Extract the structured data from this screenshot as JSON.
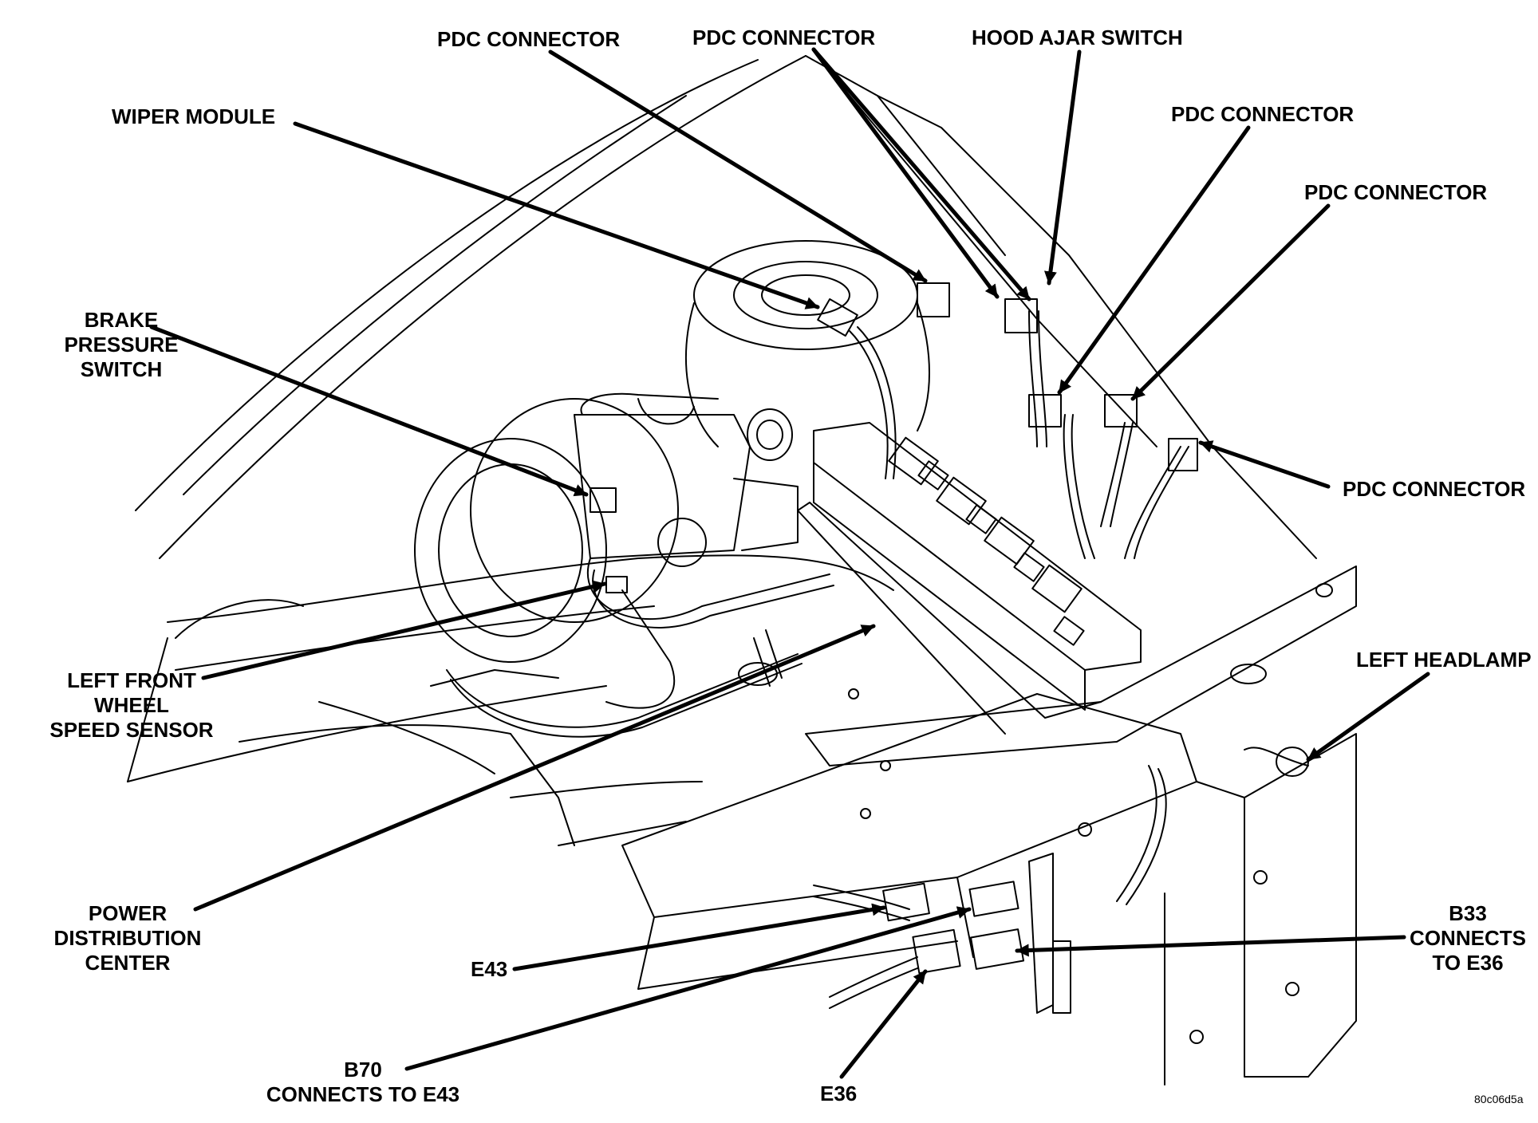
{
  "figure_code": "80c06d5a",
  "labels": {
    "pdc_connector_1": "PDC CONNECTOR",
    "pdc_connector_2": "PDC CONNECTOR",
    "hood_ajar_switch": "HOOD AJAR SWITCH",
    "wiper_module": "WIPER MODULE",
    "pdc_connector_3": "PDC CONNECTOR",
    "pdc_connector_4": "PDC CONNECTOR",
    "brake_pressure_switch": [
      "BRAKE",
      "PRESSURE",
      "SWITCH"
    ],
    "pdc_connector_5": "PDC CONNECTOR",
    "left_headlamp": "LEFT HEADLAMP",
    "left_front_wheel_speed_sensor": [
      "LEFT FRONT",
      "WHEEL",
      "SPEED SENSOR"
    ],
    "power_distribution_center": [
      "POWER",
      "DISTRIBUTION",
      "CENTER"
    ],
    "b33": [
      "B33",
      "CONNECTS",
      "TO E36"
    ],
    "e43": "E43",
    "b70": [
      "B70",
      "CONNECTS TO E43"
    ],
    "e36": "E36"
  }
}
